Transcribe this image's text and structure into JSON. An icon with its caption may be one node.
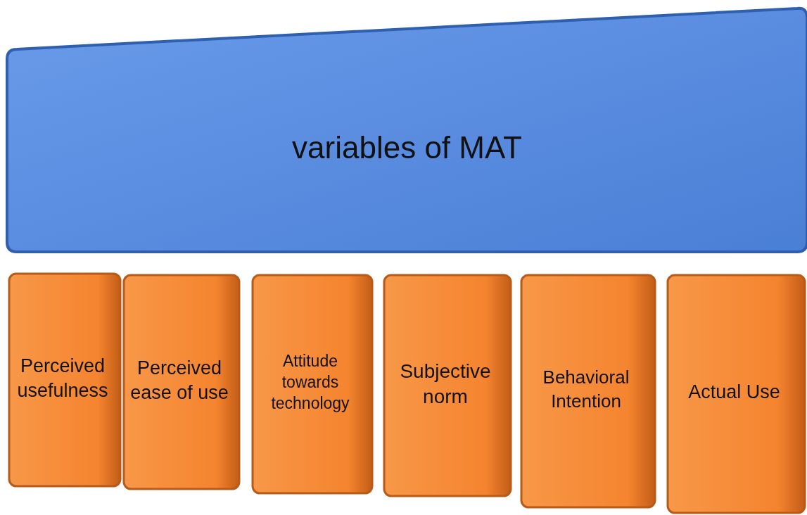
{
  "diagram": {
    "nodes": [
      {
        "text": [
          "variables of MAT"
        ]
      },
      {
        "text": [
          "Perceived usefulness"
        ]
      },
      {
        "text": [
          "Perceived ease of use"
        ]
      },
      {
        "text": [
          "Attitude towards technology"
        ]
      },
      {
        "text": [
          "Subjective norm"
        ]
      },
      {
        "text": [
          "Behavioral Intention"
        ]
      },
      {
        "text": [
          "Actual Use"
        ]
      }
    ]
  }
}
